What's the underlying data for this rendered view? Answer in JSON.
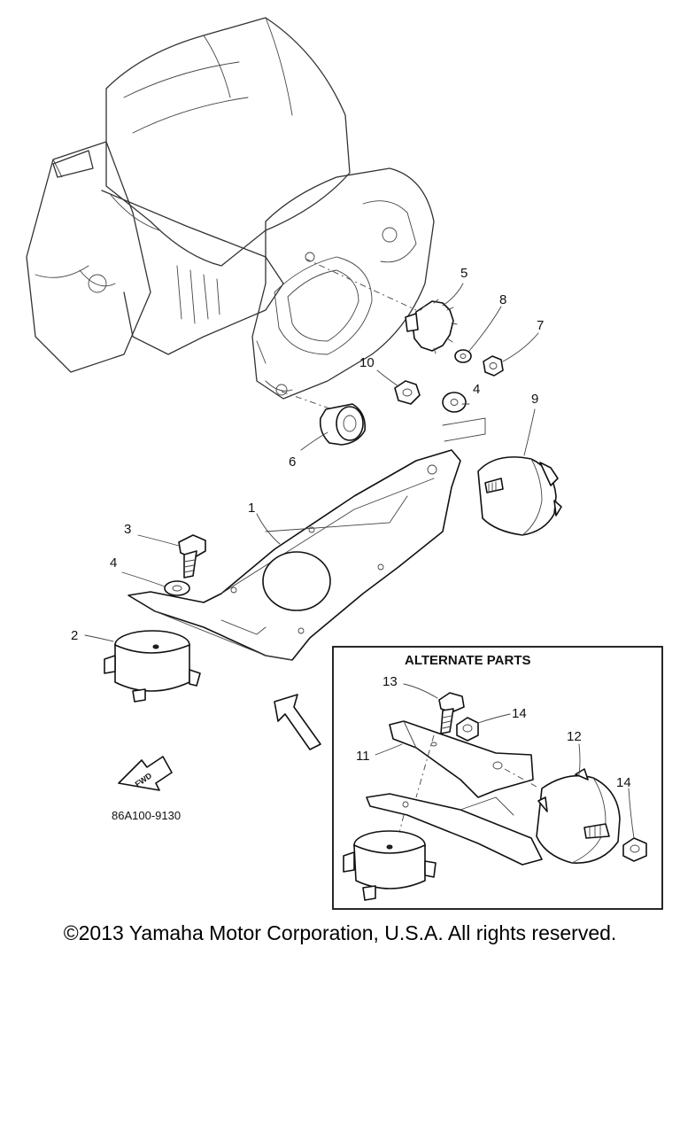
{
  "diagram": {
    "alternate_box_title": "ALTERNATE PARTS",
    "drawing_code": "86A100-9130",
    "fwd_label": "FWD",
    "callouts": {
      "c1": "1",
      "c2": "2",
      "c3": "3",
      "c4a": "4",
      "c4b": "4",
      "c5": "5",
      "c6": "6",
      "c7": "7",
      "c8": "8",
      "c9": "9",
      "c10": "10",
      "c11": "11",
      "c12": "12",
      "c13": "13",
      "c14a": "14",
      "c14b": "14"
    }
  },
  "footer": {
    "copyright": "©2013 Yamaha Motor Corporation, U.S.A. All rights reserved."
  }
}
